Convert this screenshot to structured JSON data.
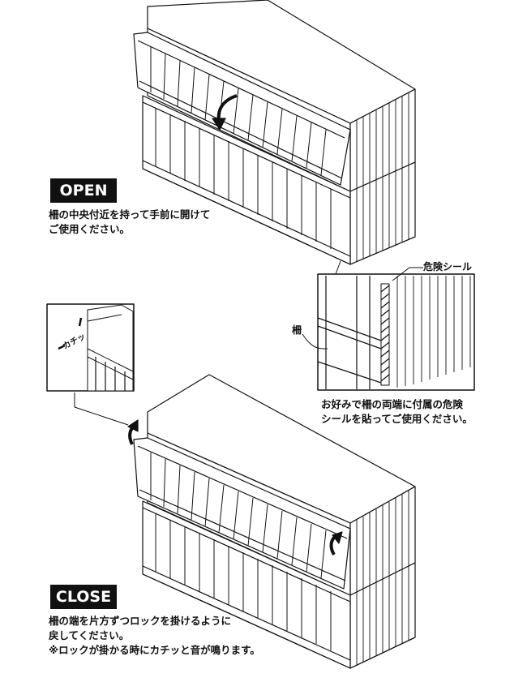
{
  "open": {
    "badge": "OPEN",
    "lines": [
      "柵の中央付近を持って手前に開けて",
      "ご使用ください。"
    ]
  },
  "close": {
    "badge": "CLOSE",
    "lines": [
      "柵の端を片方ずつロックを掛けるように",
      "戻してください。",
      "※ロックが掛かる時にカチッと音が鳴ります。"
    ]
  },
  "detail": {
    "warning_label": "危険シール",
    "fence_label": "柵",
    "note_lines": [
      "お好みで柵の両端に付属の危険",
      "シールを貼ってご使用ください。"
    ]
  },
  "lock_inset": {
    "sound_label": "カチッ"
  },
  "colors": {
    "ink": "#111111",
    "badge_bg": "#111111",
    "badge_text": "#ffffff"
  }
}
